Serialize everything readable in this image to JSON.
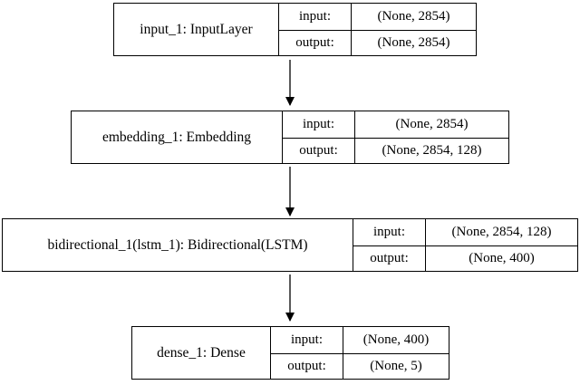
{
  "layers": [
    {
      "name": "input_1: InputLayer",
      "input_label": "input:",
      "input_shape": "(None, 2854)",
      "output_label": "output:",
      "output_shape": "(None, 2854)"
    },
    {
      "name": "embedding_1: Embedding",
      "input_label": "input:",
      "input_shape": "(None, 2854)",
      "output_label": "output:",
      "output_shape": "(None, 2854, 128)"
    },
    {
      "name": "bidirectional_1(lstm_1): Bidirectional(LSTM)",
      "input_label": "input:",
      "input_shape": "(None, 2854, 128)",
      "output_label": "output:",
      "output_shape": "(None, 400)"
    },
    {
      "name": "dense_1: Dense",
      "input_label": "input:",
      "input_shape": "(None, 400)",
      "output_label": "output:",
      "output_shape": "(None, 5)"
    }
  ],
  "colors": {
    "stroke": "#000000",
    "fill": "#ffffff"
  }
}
